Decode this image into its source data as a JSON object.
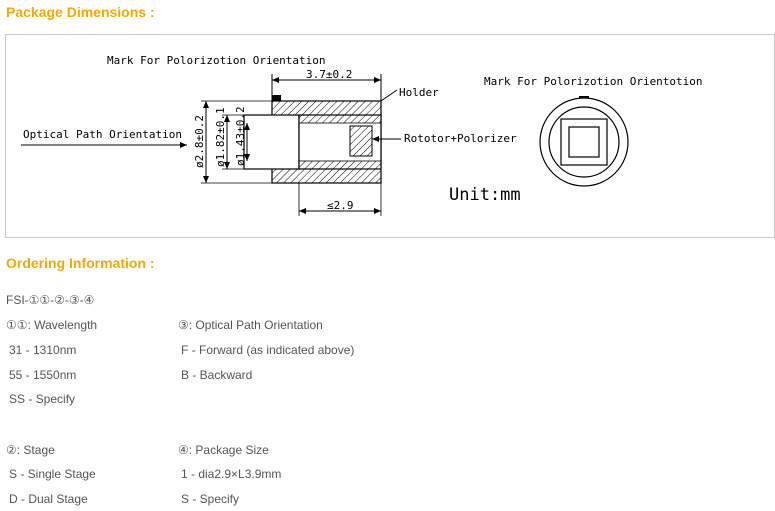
{
  "package": {
    "title": "Package Dimensions :",
    "drawing": {
      "mark_top": "Mark For Polorizotion Orientation",
      "mark_right": "Mark For Polorizotion Orientotion",
      "dim_length": "3.7±0.2",
      "holder": "Holder",
      "optical_path": "Optical Path Orientation",
      "dim_od": "ø2.8±0.2",
      "dim_id1": "ø1.82±0.1",
      "dim_id2": "ø1.43±0.2",
      "rotator": "Rototor+Polorizer",
      "dim_bottom": "≤2.9",
      "unit": "Unit:mm"
    }
  },
  "ordering": {
    "title": "Ordering Information :",
    "code": "FSI-①①-②-③-④",
    "left_group1": [
      "①①: Wavelength",
      "31 - 1310nm",
      "55 - 1550nm",
      "SS - Specify"
    ],
    "right_group1": [
      "③: Optical Path Orientation",
      "F - Forward (as indicated above)",
      "B - Backward"
    ],
    "left_group2": [
      "②: Stage",
      "S - Single Stage",
      "D - Dual Stage"
    ],
    "right_group2": [
      "④: Package Size",
      "1 - dia2.9×L3.9mm",
      "S - Specify"
    ]
  }
}
